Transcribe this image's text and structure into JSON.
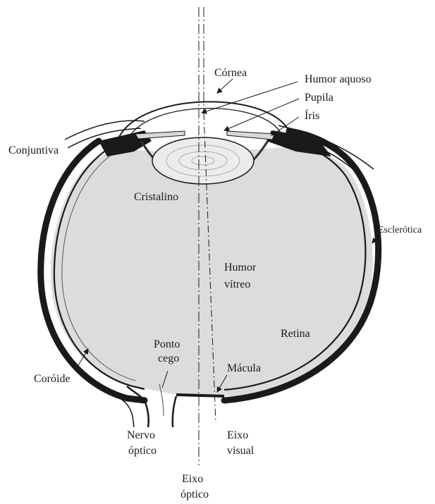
{
  "labels": {
    "cornea": "Córnea",
    "humor_aquoso": "Humor aquoso",
    "pupila": "Pupila",
    "iris": "Íris",
    "conjuntiva": "Conjuntiva",
    "cristalino": "Cristalino",
    "esclerotica": "Esclerótica",
    "humor_vitreo_1": "Humor",
    "humor_vitreo_2": "vítreo",
    "retina": "Retina",
    "ponto_cego_1": "Ponto",
    "ponto_cego_2": "cego",
    "macula": "Mácula",
    "coroide": "Coróide",
    "nervo_optico_1": "Nervo",
    "nervo_optico_2": "óptico",
    "eixo_visual_1": "Eixo",
    "eixo_visual_2": "visual",
    "eixo_optico_1": "Eixo",
    "eixo_optico_2": "óptico"
  },
  "colors": {
    "line": "#1a1a1a",
    "vitreous_fill": "#dcdcdc",
    "background": "#ffffff"
  }
}
